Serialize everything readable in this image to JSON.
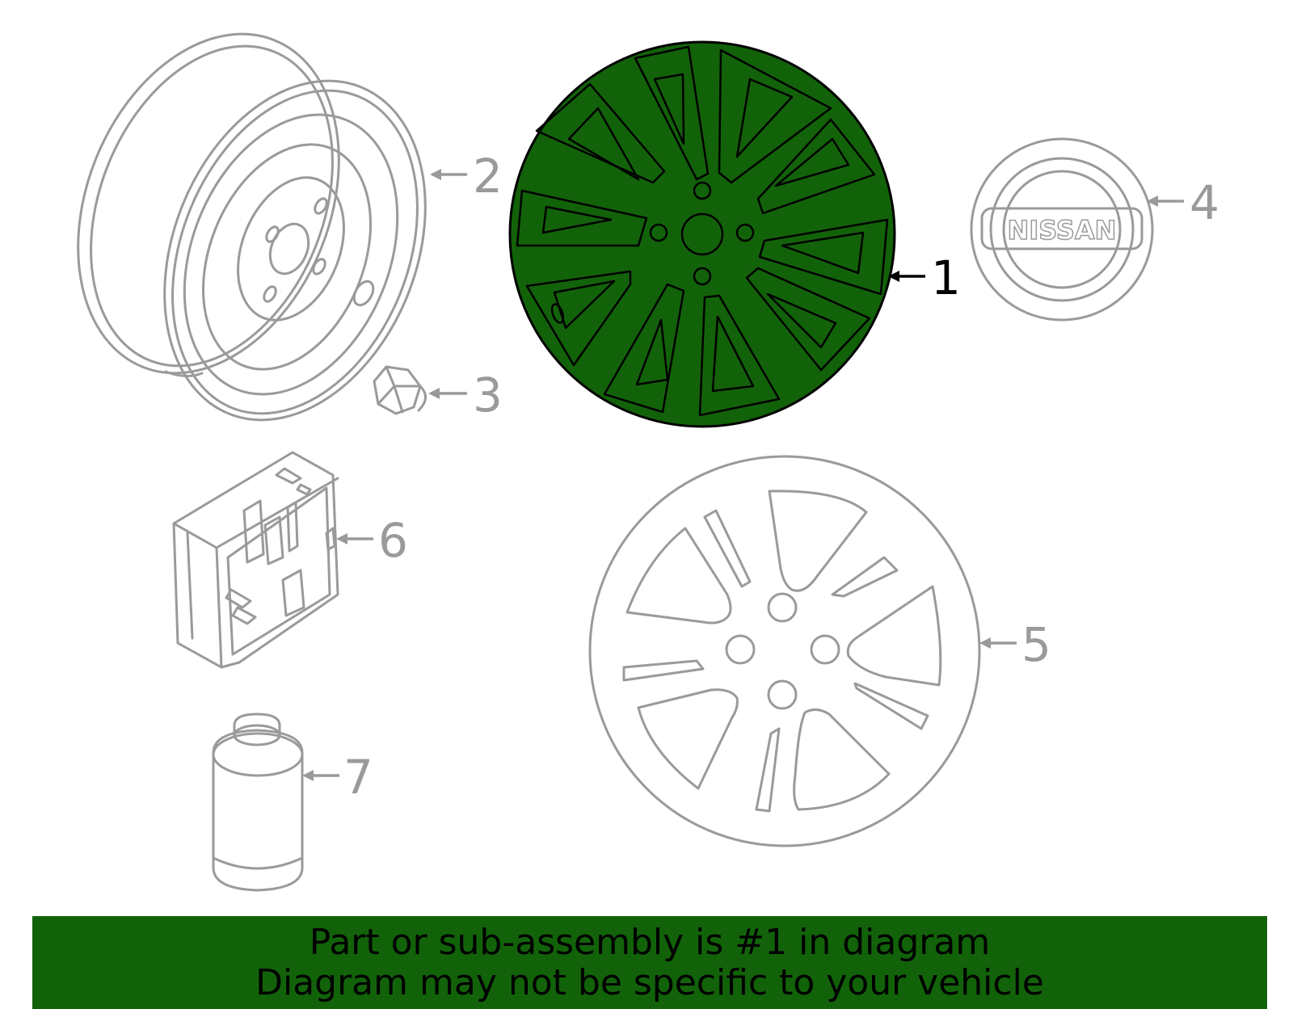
{
  "colors": {
    "highlight": "#126209",
    "part_stroke": "#9a9a9a",
    "highlight_stroke": "#000000",
    "banner": "#126209"
  },
  "callouts": {
    "part1": "1",
    "part2": "2",
    "part3": "3",
    "part4": "4",
    "part5": "5",
    "part6": "6",
    "part7": "7"
  },
  "emblem_text": "NISSAN",
  "banner": {
    "line1": "Part or sub-assembly is #1 in diagram",
    "line2": "Diagram may not be specific to your vehicle"
  }
}
